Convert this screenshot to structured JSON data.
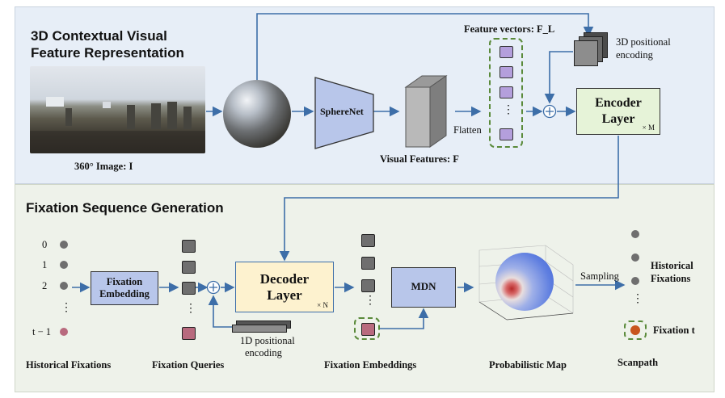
{
  "top_section": {
    "title_line1": "3D Contextual Visual",
    "title_line2": "Feature Representation",
    "image_label": "360° Image: I",
    "spherenet_label": "SphereNet",
    "visual_features_label": "Visual Features: F",
    "flatten_label": "Flatten",
    "feature_vectors_label": "Feature vectors: F_L",
    "pos_enc_3d_line1": "3D positional",
    "pos_enc_3d_line2": "encoding",
    "encoder_line1": "Encoder",
    "encoder_line2": "Layer",
    "encoder_repeat": "× M",
    "dots": "⋮"
  },
  "bottom_section": {
    "title": "Fixation Sequence Generation",
    "fixation_indices": [
      "0",
      "1",
      "2",
      "t − 1"
    ],
    "dots": "⋮",
    "fixation_embedding_line1": "Fixation",
    "fixation_embedding_line2": "Embedding",
    "decoder_line1": "Decoder",
    "decoder_line2": "Layer",
    "decoder_repeat": "× N",
    "pos_enc_1d_line1": "1D positional",
    "pos_enc_1d_line2": "encoding",
    "mdn_label": "MDN",
    "sampling_label": "Sampling",
    "historical_fixations_right_line1": "Historical",
    "historical_fixations_right_line2": "Fixations",
    "fixation_t_label": "Fixation t",
    "captions": {
      "historical_fixations": "Historical Fixations",
      "fixation_queries": "Fixation Queries",
      "fixation_embeddings": "Fixation Embeddings",
      "probabilistic_map": "Probabilistic Map",
      "scanpath": "Scanpath"
    }
  },
  "colors": {
    "top_panel": "#e7eef7",
    "bottom_panel": "#eef2ea",
    "encoder_fill": "#e6f3d8",
    "decoder_fill": "#fdf2cf",
    "module_fill": "#b8c6ea",
    "arrow": "#3d6ea8",
    "feature_vector": "#b49fdc",
    "query_token": "#6f6f6f",
    "last_token": "#b86a7e",
    "fixation_t_dot": "#c8561e",
    "dashed_outline": "#5a8a3a"
  }
}
